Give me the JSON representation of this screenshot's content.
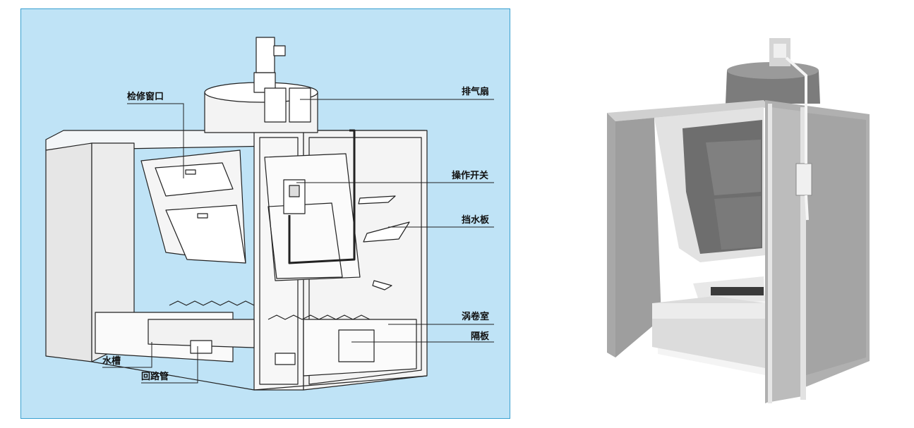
{
  "labels": {
    "inspection_window": "检修窗口",
    "exhaust_fan": "排气扇",
    "operation_switch": "操作开关",
    "baffle": "挡水板",
    "vortex_chamber": "涡卷室",
    "partition": "隔板",
    "water_tank": "水槽",
    "return_pipe": "回路管"
  },
  "colors": {
    "diagram_background": "#bfe3f6",
    "panel_border": "#3aa0d0",
    "line": "#222222",
    "booth_gray": "#b9b9b9"
  }
}
